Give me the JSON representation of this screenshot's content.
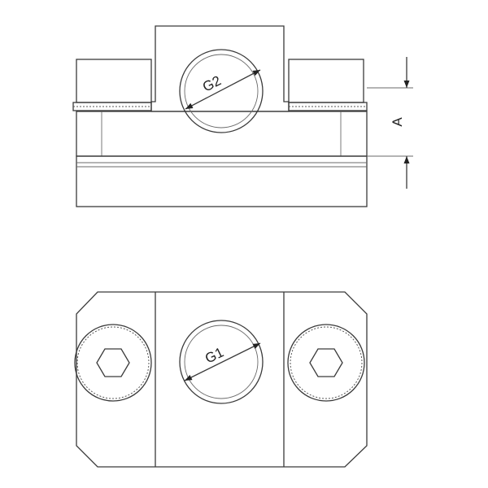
{
  "drawing": {
    "labels": {
      "g2": "G2",
      "g1": "G1",
      "a": "A"
    },
    "colors": {
      "stroke": "#3a3a3a",
      "background": "#ffffff"
    }
  }
}
